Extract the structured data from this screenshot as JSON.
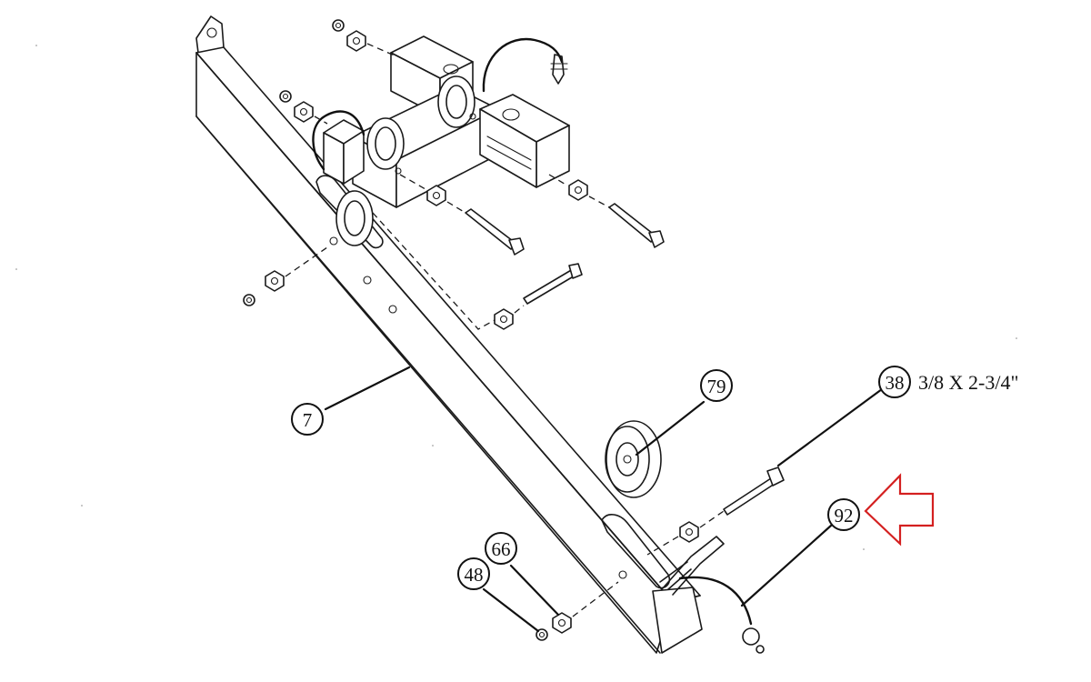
{
  "callouts": [
    {
      "id": "7",
      "label": "7"
    },
    {
      "id": "79",
      "label": "79"
    },
    {
      "id": "38",
      "label": "38"
    },
    {
      "id": "92",
      "label": "92"
    },
    {
      "id": "66",
      "label": "66"
    },
    {
      "id": "48",
      "label": "48"
    }
  ],
  "spec": {
    "part_38_size": "3/8 X 2-3/4\""
  },
  "colors": {
    "ink": "#1a1a1a",
    "highlight_arrow": "#d42020",
    "background": "#ffffff"
  }
}
